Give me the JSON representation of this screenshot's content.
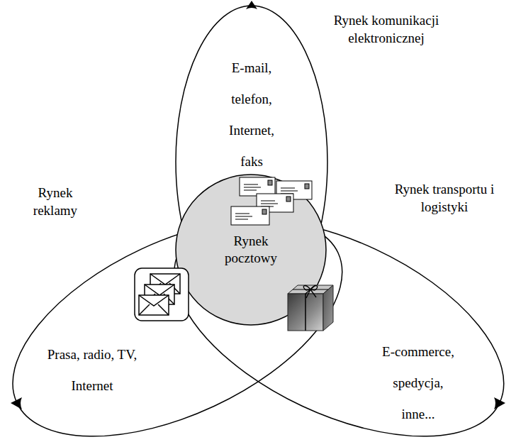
{
  "diagram": {
    "nodes": [
      {
        "text": [
          "Rynek komunikacji elektronicznej",
          "E-mail, telefon, Internet, faks"
        ]
      },
      {
        "text": [
          "Rynek reklamy",
          "Prasa, radio, TV, Internet"
        ]
      },
      {
        "text": [
          "Rynek transportu i logistyki",
          "E-commerce, spedycja, inne..."
        ]
      },
      {
        "text": [
          "Rynek pocztowy"
        ]
      }
    ]
  }
}
